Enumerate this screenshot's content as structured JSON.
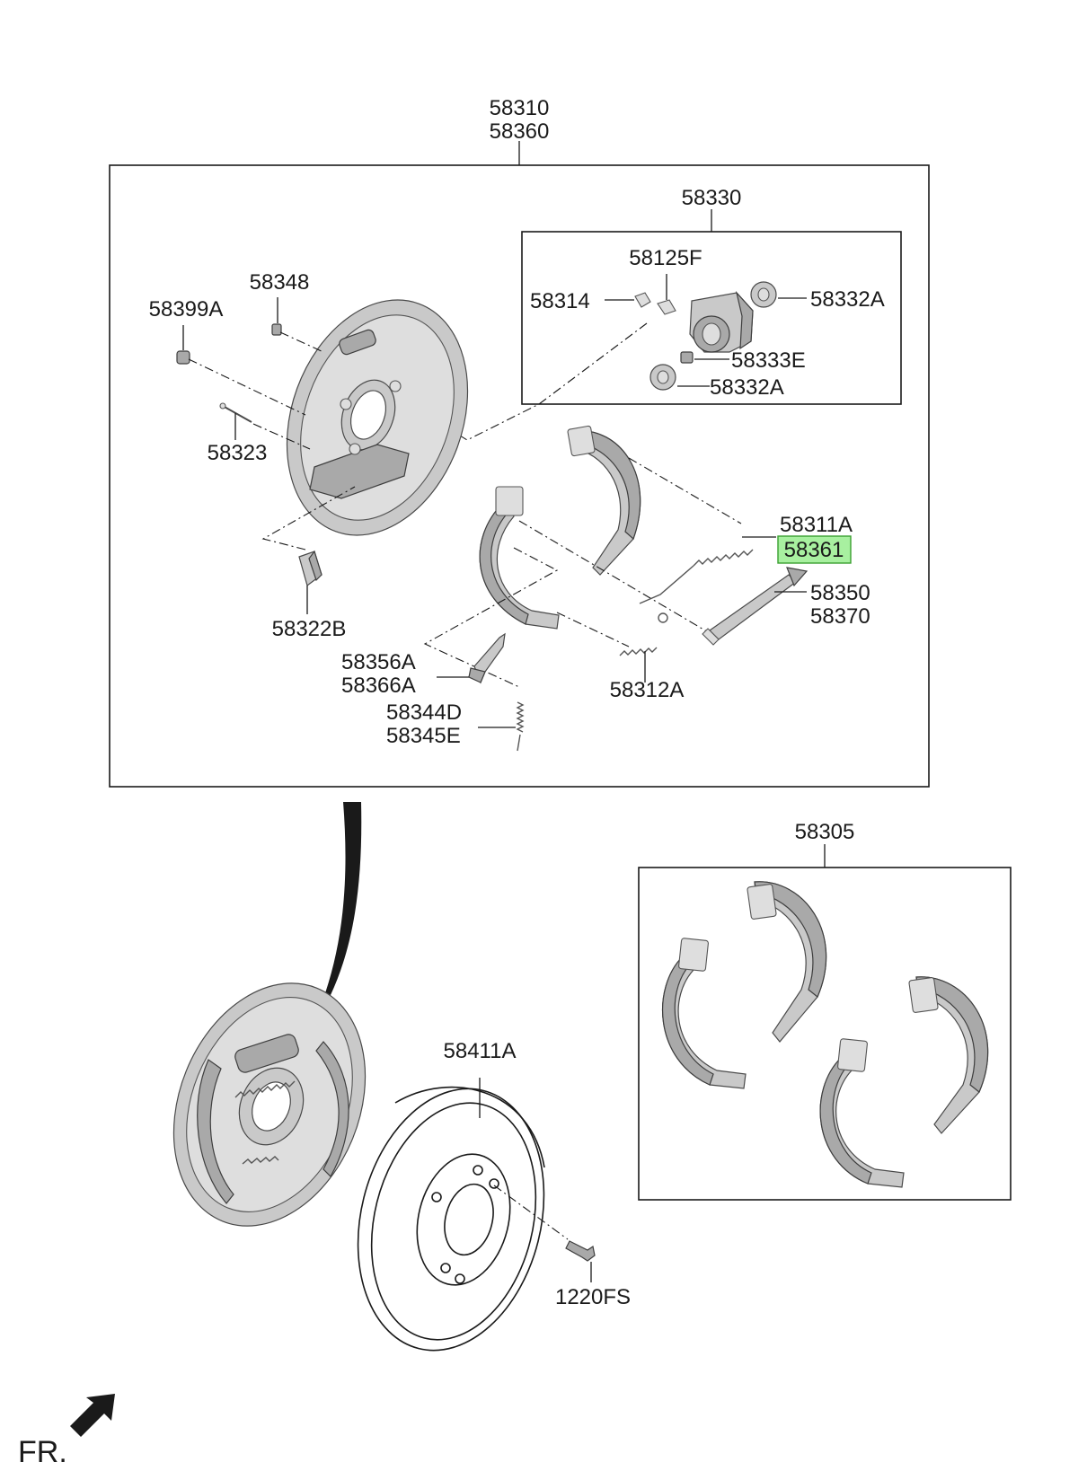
{
  "labels": {
    "assembly_main_1": "58310",
    "assembly_main_2": "58360",
    "wheel_cylinder_assy": "58330",
    "bleeder": "58125F",
    "cap": "58314",
    "boot_upper": "58332A",
    "piston_kit": "58333E",
    "boot_lower": "58332A",
    "bolt_small": "58348",
    "nut": "58399A",
    "pin": "58323",
    "clip": "58322B",
    "spring_upper_1": "58311A",
    "spring_upper_2": "58361",
    "adjuster_1": "58350",
    "adjuster_2": "58370",
    "lever_1": "58356A",
    "lever_2": "58366A",
    "spring_hold_1": "58344D",
    "spring_hold_2": "58345E",
    "spring_lower": "58312A",
    "shoe_kit": "58305",
    "drum": "58411A",
    "drum_bolt": "1220FS",
    "front_indicator": "FR."
  },
  "highlight": {
    "part": "58361",
    "color": "#a8f0a0"
  }
}
